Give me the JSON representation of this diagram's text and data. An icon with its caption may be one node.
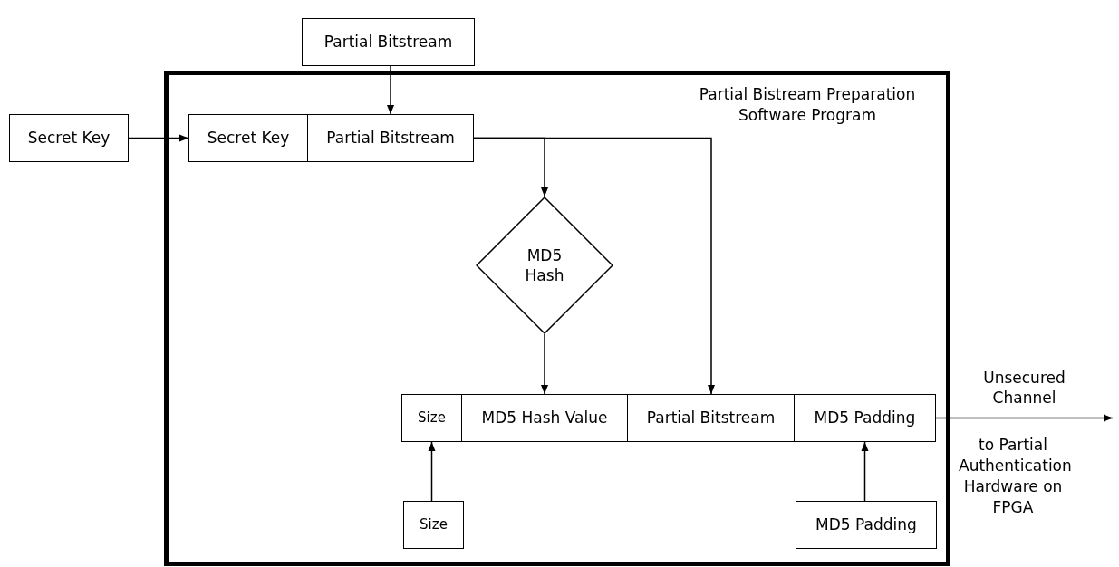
{
  "diagram": {
    "nodes": [
      {
        "text": [
          "Partial Bistream Preparation Software Program"
        ]
      },
      {
        "text": [
          "Partial Bitstream"
        ]
      },
      {
        "text": [
          "Secret Key"
        ]
      },
      {
        "text": [
          "Secret Key"
        ],
        "in": 0
      },
      {
        "text": [
          "Partial Bitstream"
        ],
        "in": 0
      },
      {
        "text": [
          "MD5 Hash"
        ],
        "in": 0
      },
      {
        "text": [
          "Size"
        ],
        "in": 0
      },
      {
        "text": [
          "MD5 Hash Value"
        ],
        "in": 0
      },
      {
        "text": [
          "Partial Bitstream"
        ],
        "in": 0
      },
      {
        "text": [
          "MD5 Padding"
        ],
        "in": 0
      },
      {
        "text": [
          "Size"
        ],
        "in": 0
      },
      {
        "text": [
          "MD5 Padding"
        ],
        "in": 0
      }
    ],
    "edges": [
      {
        "from": 1,
        "to": 4,
        "arrow": "to"
      },
      {
        "from": 2,
        "to": 3,
        "arrow": "to"
      },
      {
        "from": 4,
        "to": 5,
        "arrow": "to"
      },
      {
        "from": 4,
        "to": 8,
        "arrow": "to"
      },
      {
        "from": 5,
        "to": 7,
        "arrow": "to"
      },
      {
        "from": 10,
        "to": 6,
        "arrow": "to"
      },
      {
        "from": 11,
        "to": 9,
        "arrow": "to"
      },
      {
        "from": 9,
        "to": null,
        "arrow": "to",
        "label": "Unsecured Channel"
      }
    ],
    "labels": [
      "to Partial Authentication Hardware on FPGA"
    ]
  }
}
